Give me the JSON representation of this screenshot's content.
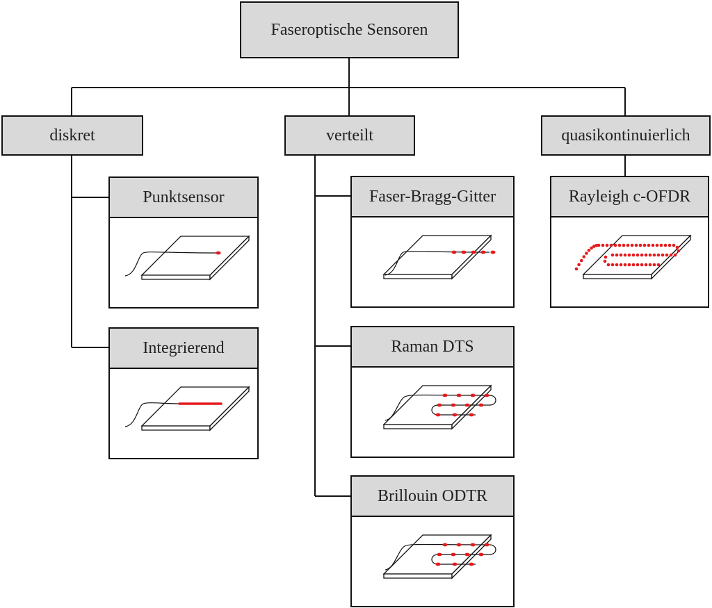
{
  "title": "Faseroptische Sensoren",
  "categories": [
    {
      "label": "diskret",
      "children": [
        {
          "label": "Punktsensor",
          "sensor_type": "point"
        },
        {
          "label": "Integrierend",
          "sensor_type": "integrating"
        }
      ]
    },
    {
      "label": "verteilt",
      "children": [
        {
          "label": "Faser-Bragg-Gitter",
          "sensor_type": "fbg"
        },
        {
          "label": "Raman DTS",
          "sensor_type": "distributed"
        },
        {
          "label": "Brillouin ODTR",
          "sensor_type": "distributed"
        }
      ]
    },
    {
      "label": "quasikontinuierlich",
      "children": [
        {
          "label": "Rayleigh c-OFDR",
          "sensor_type": "continuous"
        }
      ]
    }
  ],
  "colors": {
    "box_fill": "#d9d9d9",
    "line": "#111111",
    "sensor": "#e41a1c"
  }
}
